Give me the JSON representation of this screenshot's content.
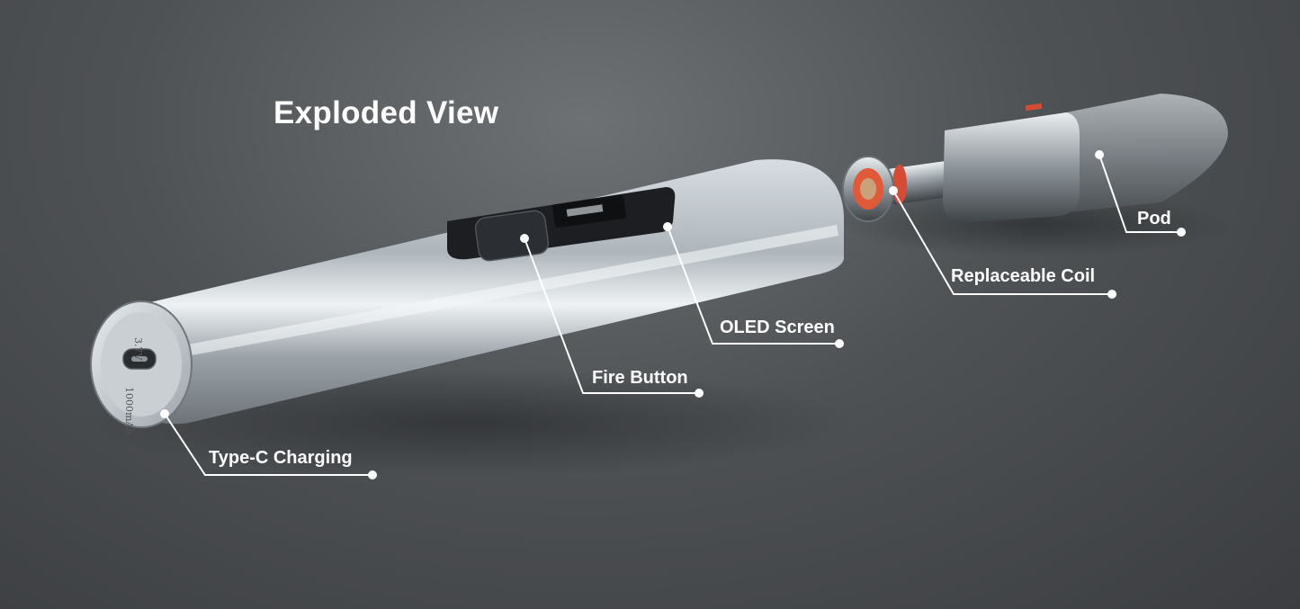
{
  "title": "Exploded View",
  "callouts": {
    "pod": "Pod",
    "coil": "Replaceable Coil",
    "oled": "OLED Screen",
    "fire": "Fire Button",
    "typec": "Type-C Charging"
  },
  "device_text": {
    "voltage": "3.7V",
    "capacity": "1000mAh"
  },
  "colors": {
    "body_silver": "#b9bfc4",
    "coil_pad": "#e05a3a",
    "pod_tint": "#8a8f95"
  }
}
